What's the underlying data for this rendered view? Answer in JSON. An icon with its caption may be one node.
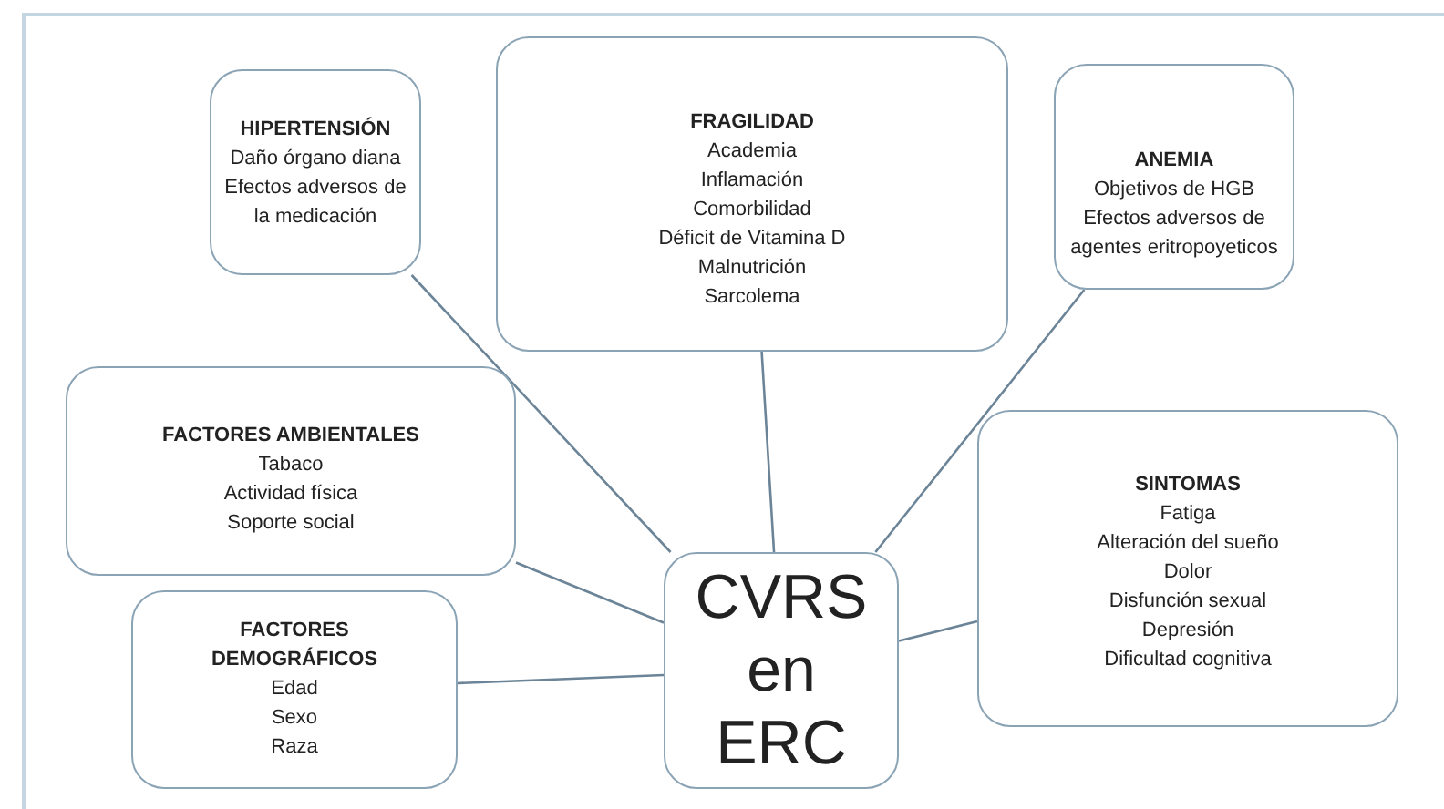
{
  "diagram": {
    "nodes": [
      {
        "text": [
          "HIPERTENSIÓN",
          "Daño órgano diana",
          "Efectos adversos de la medicación"
        ]
      },
      {
        "text": [
          "FRAGILIDAD",
          "Academia",
          "Inflamación",
          "Comorbilidad",
          "Déficit de Vitamina D",
          "Malnutrición",
          "Sarcolema"
        ]
      },
      {
        "text": [
          "ANEMIA",
          "Objetivos de HGB",
          "Efectos adversos de agentes eritropoyeticos"
        ]
      },
      {
        "text": [
          "FACTORES AMBIENTALES",
          "Tabaco",
          "Actividad física",
          "Soporte social"
        ]
      },
      {
        "text": [
          "SINTOMAS",
          "Fatiga",
          "Alteración del sueño",
          "Dolor",
          "Disfunción sexual",
          "Depresión",
          "Dificultad cognitiva"
        ]
      },
      {
        "text": [
          "FACTORES DEMOGRÁFICOS",
          "Edad",
          "Sexo",
          "Raza"
        ]
      },
      {
        "text": [
          "CVRS en ERC"
        ]
      }
    ],
    "edges": [
      {
        "from": 0,
        "to": 6,
        "arrow": "none"
      },
      {
        "from": 1,
        "to": 6,
        "arrow": "none"
      },
      {
        "from": 2,
        "to": 6,
        "arrow": "none"
      },
      {
        "from": 3,
        "to": 6,
        "arrow": "none"
      },
      {
        "from": 4,
        "to": 6,
        "arrow": "none"
      },
      {
        "from": 5,
        "to": 6,
        "arrow": "none"
      }
    ]
  }
}
